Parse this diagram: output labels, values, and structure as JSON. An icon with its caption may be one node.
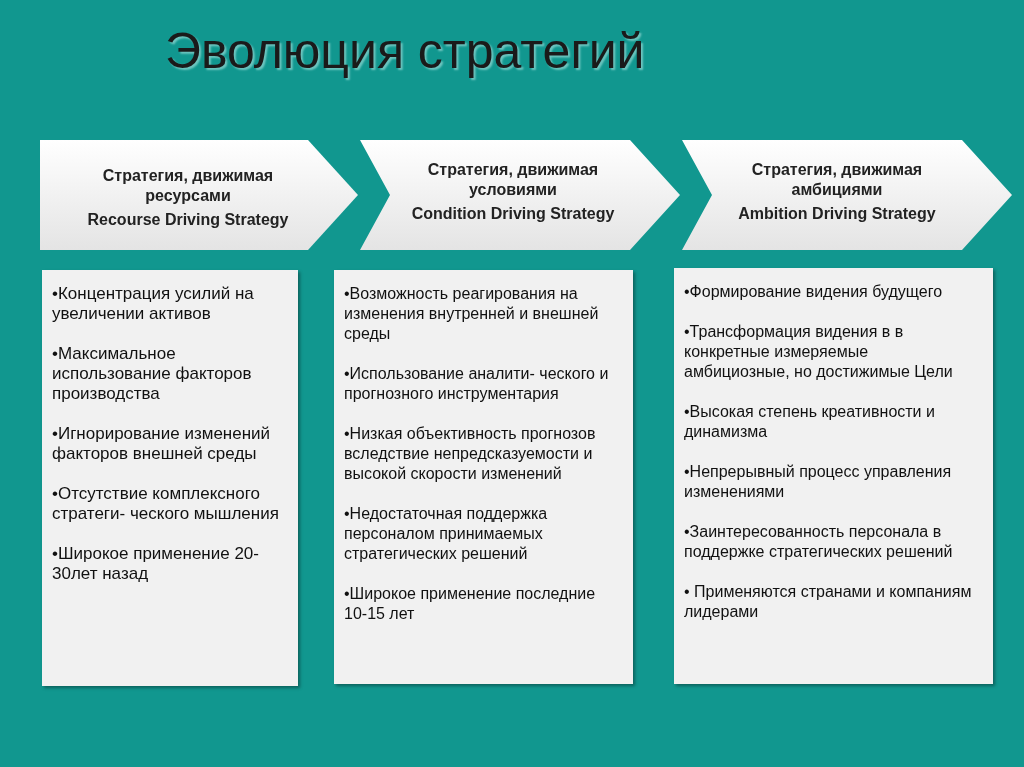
{
  "diagram": {
    "title": "Эволюция стратегий",
    "nodes": [
      {
        "text": [
          "Стратегия, движимая ресурсами",
          "Recourse Driving Strategy"
        ]
      },
      {
        "text": [
          "Стратегия, движимая условиями",
          "Condition Driving Strategy"
        ]
      },
      {
        "text": [
          "Стратегия, движимая амбициями",
          "Ambition Driving Strategy"
        ]
      },
      {
        "text": [
          "•Концентрация усилий на увеличении активов",
          "•Максимальное использование факторов производства",
          "•Игнорирование изменений факторов внешней среды",
          "•Отсутствие комплексного стратеги- ческого мышления",
          "•Широкое применение 20-30лет назад"
        ]
      },
      {
        "text": [
          "•Возможность реагирования на изменения внутренней и внешней среды",
          "•Использование аналити- ческого и прогнозного инструментария",
          "•Низкая объективность прогнозов вследствие непредсказуемости и высокой скорости изменений",
          "•Недостаточная поддержка персоналом принимаемых стратегических решений",
          "•Широкое применение последние 10-15 лет"
        ]
      },
      {
        "text": [
          "•Формирование видения будущего",
          "•Трансформация видения в в конкретные измеряемые амбициозные, но достижимые Цели",
          "•Высокая степень креативности и динамизма",
          "•Непрерывный процесс управления изменениями",
          "•Заинтересованность персонала в поддержке стратегических решений",
          "• Применяются странами и компаниям лидерами"
        ]
      }
    ]
  }
}
